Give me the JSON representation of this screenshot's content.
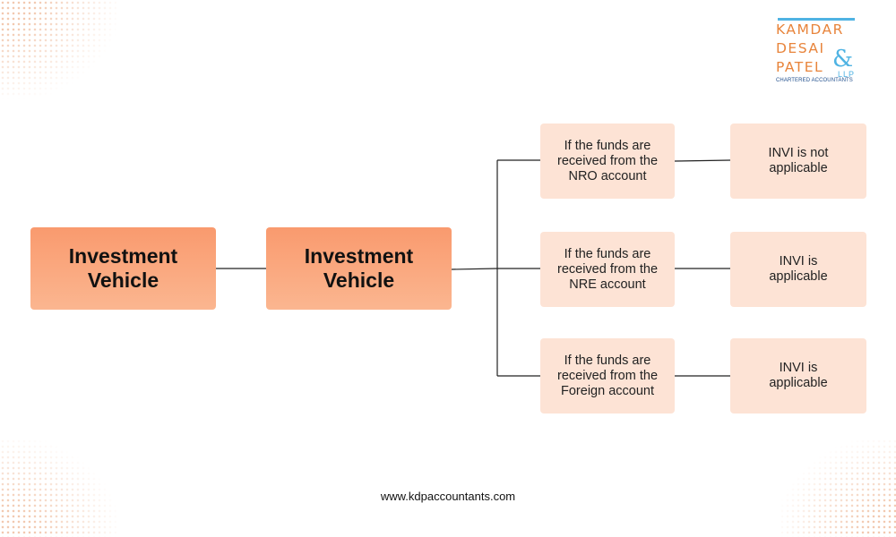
{
  "logo": {
    "line1": "KAMDAR",
    "line2": "DESAI",
    "line3": "PATEL",
    "ampersand": "&",
    "llp": "LLP",
    "tagline": "CHARTERED ACCOUNTANTS"
  },
  "diagram": {
    "root_label": "Investment Vehicle",
    "middle_label": "Investment Vehicle",
    "branches": [
      {
        "condition": "If the funds are received from the NRO account",
        "result": "INVI is not applicable"
      },
      {
        "condition": "If the funds are received from the NRE account",
        "result": "INVI is applicable"
      },
      {
        "condition": "If the funds are received from the Foreign account",
        "result": "INVI is applicable"
      }
    ]
  },
  "footer": {
    "website": "www.kdpaccountants.com"
  },
  "colors": {
    "main_box": "#f99a6e",
    "light_box": "#fde3d5",
    "logo_orange": "#e8843b",
    "logo_blue": "#4fb3e3"
  }
}
